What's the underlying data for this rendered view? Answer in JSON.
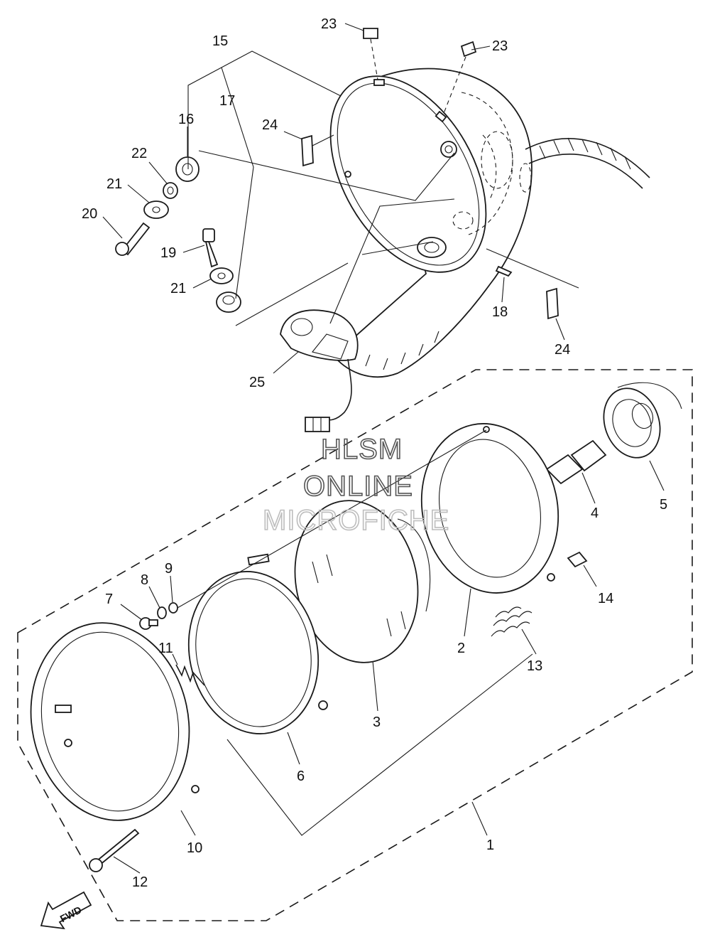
{
  "watermark": {
    "line1": "HLSM",
    "line2": "ONLINE",
    "line3": "MICROFICHE"
  },
  "fwd_label": "FWD",
  "callouts": {
    "c1": "1",
    "c2": "2",
    "c3": "3",
    "c4": "4",
    "c5": "5",
    "c6": "6",
    "c7": "7",
    "c8": "8",
    "c9": "9",
    "c10": "10",
    "c11": "11",
    "c12": "12",
    "c13": "13",
    "c14": "14",
    "c15": "15",
    "c16": "16",
    "c17": "17",
    "c18": "18",
    "c19": "19",
    "c20": "20",
    "c21a": "21",
    "c21b": "21",
    "c22": "22",
    "c23a": "23",
    "c23b": "23",
    "c24a": "24",
    "c24b": "24",
    "c25": "25"
  }
}
